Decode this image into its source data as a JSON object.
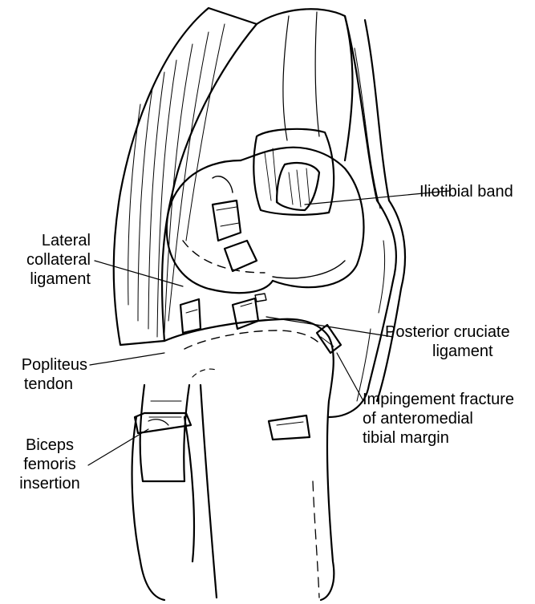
{
  "labels": {
    "iliotibial_band": [
      "Iliotibial band"
    ],
    "lateral_collateral_ligament": [
      "Lateral",
      "collateral",
      "ligament"
    ],
    "posterior_cruciate_ligament": [
      "Posterior cruciate",
      "ligament"
    ],
    "popliteus_tendon": [
      "Popliteus",
      "tendon"
    ],
    "impingement_fracture": [
      "Impingement fracture",
      "of anteromedial",
      "tibial margin"
    ],
    "biceps_femoris_insertion": [
      "Biceps",
      "femoris",
      "insertion"
    ]
  },
  "colors": {
    "ink": "#000000",
    "paper": "#ffffff"
  }
}
